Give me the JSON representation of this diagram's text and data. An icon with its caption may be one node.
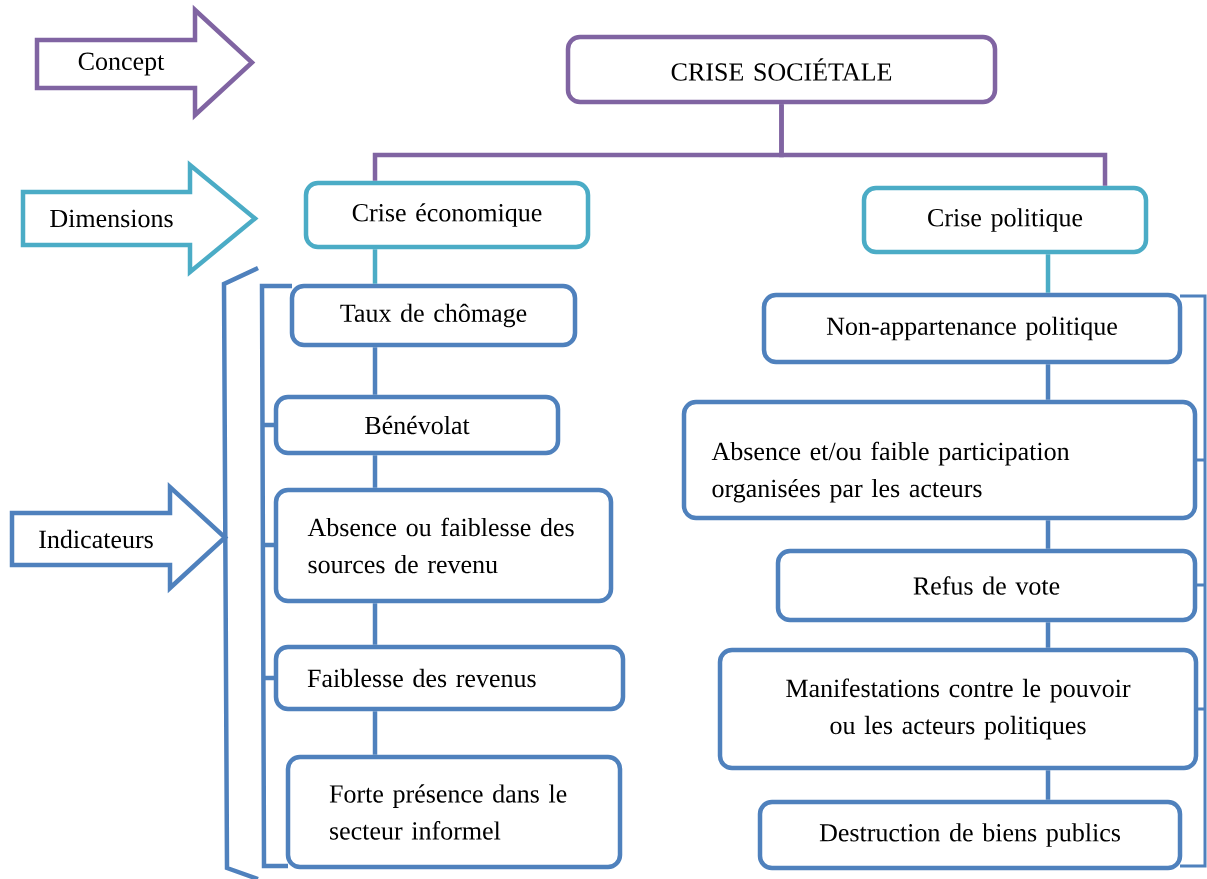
{
  "diagram": {
    "nodes": [
      {
        "text": [
          "Concept"
        ]
      },
      {
        "text": [
          "CRISE SOCIÉTALE"
        ]
      },
      {
        "text": [
          "Dimensions"
        ]
      },
      {
        "text": [
          "Crise économique"
        ]
      },
      {
        "text": [
          "Crise politique"
        ]
      },
      {
        "text": [
          "Indicateurs"
        ]
      },
      {
        "text": [
          "Taux de chômage"
        ]
      },
      {
        "text": [
          "Bénévolat"
        ]
      },
      {
        "text": [
          "Absence ou faiblesse des sources de revenu"
        ]
      },
      {
        "text": [
          "Faiblesse des revenus"
        ]
      },
      {
        "text": [
          "Forte présence dans le secteur informel"
        ]
      },
      {
        "text": [
          "Non-appartenance politique"
        ]
      },
      {
        "text": [
          "Absence et/ou faible participation organisées par les acteurs"
        ]
      },
      {
        "text": [
          "Refus de vote"
        ]
      },
      {
        "text": [
          "Manifestations contre le pouvoir ou les acteurs politiques"
        ]
      },
      {
        "text": [
          "Destruction de biens publics"
        ]
      }
    ],
    "edges": [
      {
        "from": 1,
        "to": 3,
        "arrow": "none",
        "color": "#8064a2"
      },
      {
        "from": 1,
        "to": 4,
        "arrow": "none",
        "color": "#8064a2"
      },
      {
        "from": 3,
        "to": 6,
        "arrow": "none",
        "color": "#4bacc6"
      },
      {
        "from": 6,
        "to": 7,
        "arrow": "none"
      },
      {
        "from": 7,
        "to": 8,
        "arrow": "none"
      },
      {
        "from": 8,
        "to": 9,
        "arrow": "none"
      },
      {
        "from": 9,
        "to": 10,
        "arrow": "none"
      },
      {
        "from": 4,
        "to": 11,
        "arrow": "none",
        "color": "#4bacc6"
      },
      {
        "from": 11,
        "to": 12,
        "arrow": "none"
      },
      {
        "from": 12,
        "to": 13,
        "arrow": "none"
      },
      {
        "from": 13,
        "to": 14,
        "arrow": "none"
      },
      {
        "from": 14,
        "to": 15,
        "arrow": "none"
      }
    ]
  }
}
